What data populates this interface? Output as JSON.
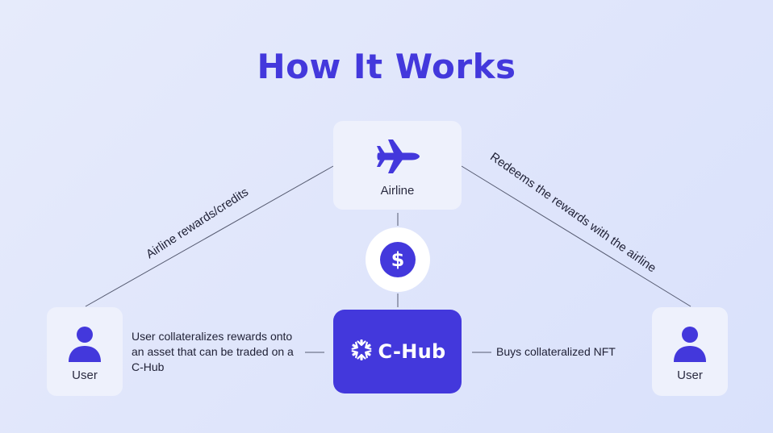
{
  "title": "How It Works",
  "nodes": {
    "airline": {
      "label": "Airline",
      "icon": "airplane-icon"
    },
    "user_left": {
      "label": "User",
      "icon": "user-icon"
    },
    "user_right": {
      "label": "User",
      "icon": "user-icon"
    },
    "payment": {
      "symbol": "$",
      "icon": "dollar-icon"
    },
    "chub": {
      "label": "C-Hub",
      "icon": "snowflake-logo-icon"
    }
  },
  "edges": {
    "user_to_airline": "Airline rewards/credits",
    "airline_to_user": "Redeems the rewards with the airline",
    "user_to_chub": "User collateralizes rewards onto an asset that can be traded on a C-Hub",
    "chub_to_user": "Buys collateralized NFT"
  },
  "colors": {
    "accent": "#4338dc",
    "card": "#eef1fc",
    "line": "#555a70"
  }
}
